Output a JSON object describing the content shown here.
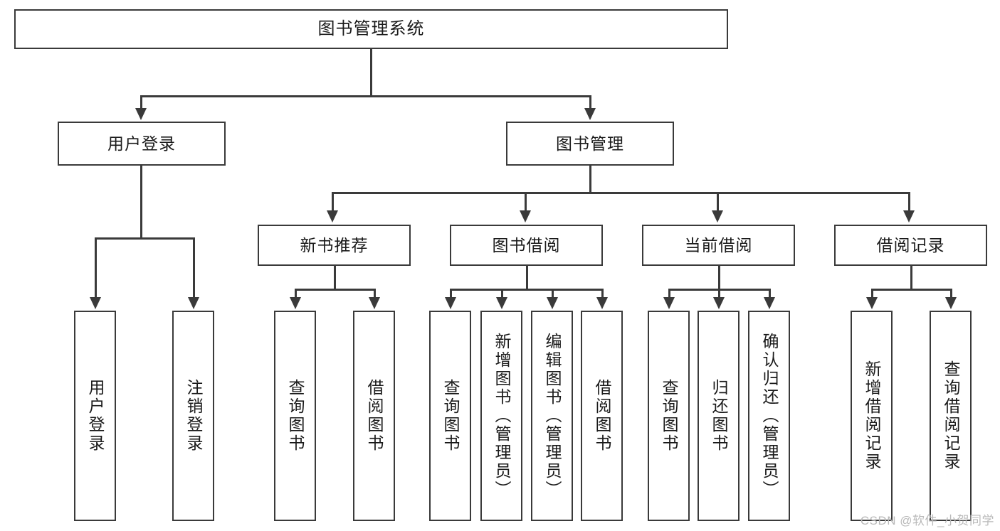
{
  "diagram": {
    "title": "图书管理系统",
    "watermark": "CSDN @软件_小贺同学",
    "colors": {
      "stroke": "#3a3a3a",
      "fill": "#ffffff",
      "text": "#1a1a1a",
      "watermark": "#b9b9b9"
    },
    "levels": {
      "root": {
        "label": "图书管理系统"
      },
      "level2": [
        {
          "label": "用户登录"
        },
        {
          "label": "图书管理"
        }
      ],
      "level3": [
        {
          "label": "新书推荐"
        },
        {
          "label": "图书借阅"
        },
        {
          "label": "当前借阅"
        },
        {
          "label": "借阅记录"
        }
      ],
      "leaves": {
        "user_login": [
          {
            "label": "用户登录"
          },
          {
            "label": "注销登录"
          }
        ],
        "new_book": [
          {
            "label": "查询图书"
          },
          {
            "label": "借阅图书"
          }
        ],
        "book_borrow": [
          {
            "label": "查询图书"
          },
          {
            "label": "新增图书（管理员）"
          },
          {
            "label": "编辑图书（管理员）"
          },
          {
            "label": "借阅图书"
          }
        ],
        "current_borrow": [
          {
            "label": "查询图书"
          },
          {
            "label": "归还图书"
          },
          {
            "label": "确认归还（管理员）"
          }
        ],
        "borrow_record": [
          {
            "label": "新增借阅记录"
          },
          {
            "label": "查询借阅记录"
          }
        ]
      }
    }
  }
}
